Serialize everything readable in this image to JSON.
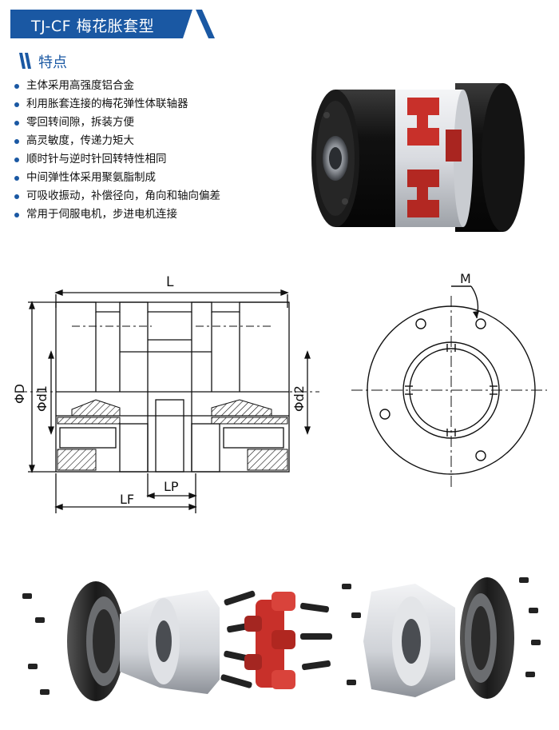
{
  "header": {
    "title": "TJ-CF 梅花胀套型",
    "bar_color": "#1a58a3"
  },
  "features": {
    "heading": "特点",
    "items": [
      "主体采用高强度铝合金",
      "利用胀套连接的梅花弹性体联轴器",
      "零回转间隙，拆装方便",
      "高灵敏度，传递力矩大",
      "顺时针与逆时针回转特性相同",
      "中间弹性体采用聚氨脂制成",
      "可吸收振动，补偿径向，角向和轴向偏差",
      "常用于伺服电机，步进电机连接"
    ]
  },
  "drawing": {
    "side_view": {
      "label_L": "L",
      "label_D": "ΦD",
      "label_d1": "Φd1",
      "label_d2": "Φd2",
      "label_LF": "LF",
      "label_LP": "LP"
    },
    "end_view": {
      "label_M": "M"
    }
  },
  "colors": {
    "accent": "#1a58a3",
    "spider_red": "#c8302a",
    "hub_black": "#1e1e1e",
    "aluminum": "#e4e6ea"
  },
  "images": {
    "product_photo": "coupling-assembled-photo",
    "exploded_view": "coupling-exploded-photo"
  }
}
